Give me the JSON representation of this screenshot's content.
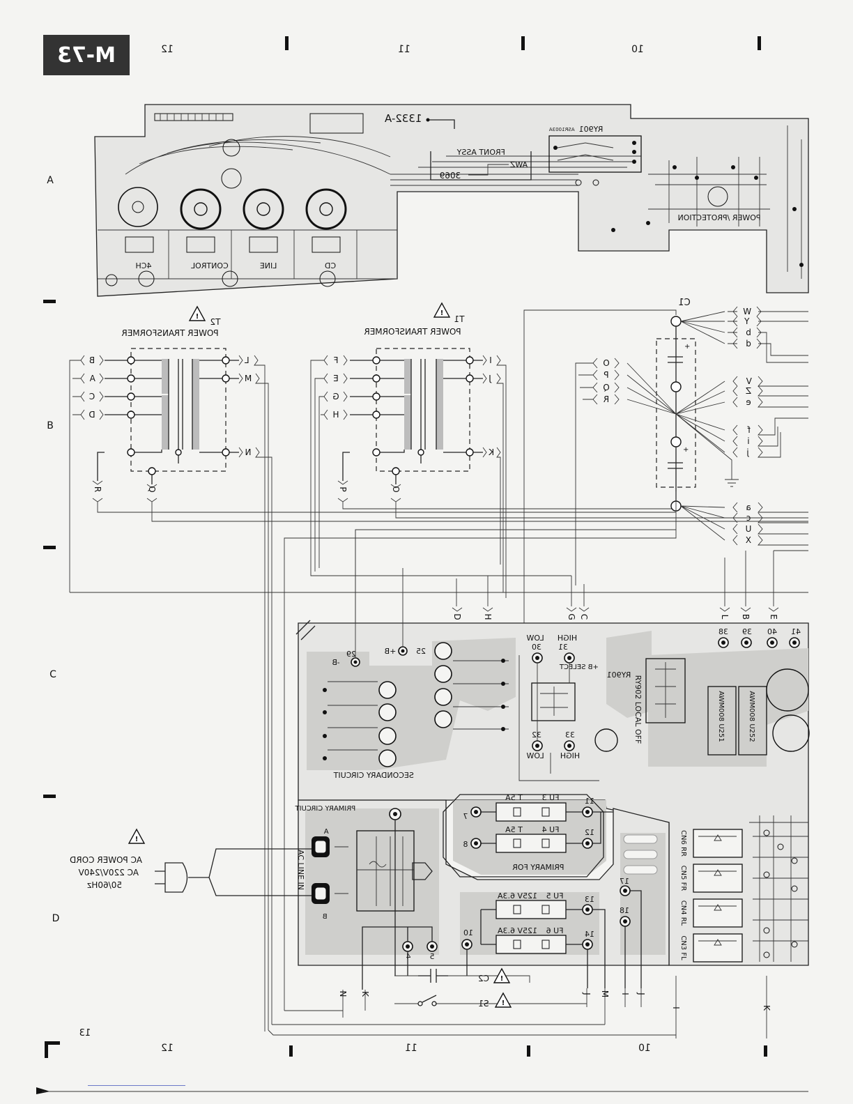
{
  "page": {
    "model_badge": "M-73",
    "page_number": "13",
    "columns": [
      "12",
      "11",
      "10"
    ],
    "rows": [
      "A",
      "B",
      "C",
      "D"
    ]
  },
  "front_board": {
    "board_no": "1332-A",
    "front_assy": "FRONT ASSY",
    "awz": "AWZ",
    "awz_no": "3069",
    "relay": "RY901",
    "relay_part": "ASR1003A",
    "power_protection": "POWER /PROTECTION",
    "selectors": [
      "4CH",
      "CONTROL",
      "LINE",
      "CD"
    ]
  },
  "transformers": [
    {
      "ref": "T2",
      "name": "POWER TRANSFORMER",
      "left_terminals": [
        "B",
        "A",
        "C",
        "D"
      ],
      "right_terminals": [
        "L",
        "M",
        "N"
      ],
      "bottom_terminals": [
        "R",
        "Q"
      ]
    },
    {
      "ref": "T1",
      "name": "POWER TRANSFORMER",
      "left_terminals": [
        "F",
        "E",
        "G",
        "H"
      ],
      "right_terminals": [
        "I",
        "J",
        "K"
      ],
      "bottom_terminals": [
        "P",
        "O"
      ]
    }
  ],
  "connector_c1": {
    "ref": "C1",
    "top_terminals": [
      "W",
      "Y",
      "b",
      "d"
    ],
    "left_terminals": [
      "O",
      "P",
      "Q",
      "R"
    ],
    "right_mid_terminals": [
      "V",
      "Z",
      "e"
    ],
    "right_lower_terminals": [
      "f",
      "i",
      "j"
    ],
    "bottom_terminals": [
      "a",
      "c",
      "U",
      "X"
    ]
  },
  "lower_board": {
    "harness_labels": [
      "D",
      "H",
      "G",
      "C",
      "L",
      "B",
      "E"
    ],
    "secondary_circuit": "SECONDARY CIRCUIT",
    "primary_circuit": "PRIMARY CIRCUIT",
    "primary_for": "PRIMARY FOR",
    "b_select": "+B SELECT",
    "local_off": "RY902 LOCAL OFF",
    "relay_1": "RY901",
    "high": "HIGH",
    "low": "LOW",
    "node_29": "29",
    "node_minus_b": "-B",
    "node_25": "25",
    "node_plus_b": "+B",
    "node_30": "30",
    "node_31": "31",
    "node_32": "32",
    "node_33": "33",
    "node_38": "38",
    "node_39": "39",
    "node_40": "40",
    "node_41": "41",
    "fuses": [
      {
        "ref": "FU 3",
        "rating": "T 5A"
      },
      {
        "ref": "FU 4",
        "rating": "T 5A"
      },
      {
        "ref": "FU 5",
        "rating": "125V 6.3A"
      },
      {
        "ref": "FU 6",
        "rating": "125V 6.3A"
      }
    ],
    "fuse_nodes": [
      "7",
      "11",
      "8",
      "12",
      "13",
      "10",
      "14",
      "17",
      "18",
      "4",
      "5"
    ],
    "ac_line_in": "AC LINE IN",
    "line_a": "A",
    "line_b": "B",
    "connectors": [
      "CN6 RR",
      "CN5 FR",
      "CN4 RL",
      "CN3 FL"
    ],
    "modules": [
      "AWM008 U251",
      "AWM008 U252"
    ],
    "bottom_terminals": [
      "N",
      "K",
      "J",
      "M",
      "I",
      "J",
      "I",
      "K"
    ]
  },
  "switches": {
    "s1": "S1",
    "c2": "C2"
  },
  "ac_cord": {
    "line1": "AC POWER CORD",
    "line2": "AC 220V/240V",
    "line3": "50/60Hz"
  }
}
